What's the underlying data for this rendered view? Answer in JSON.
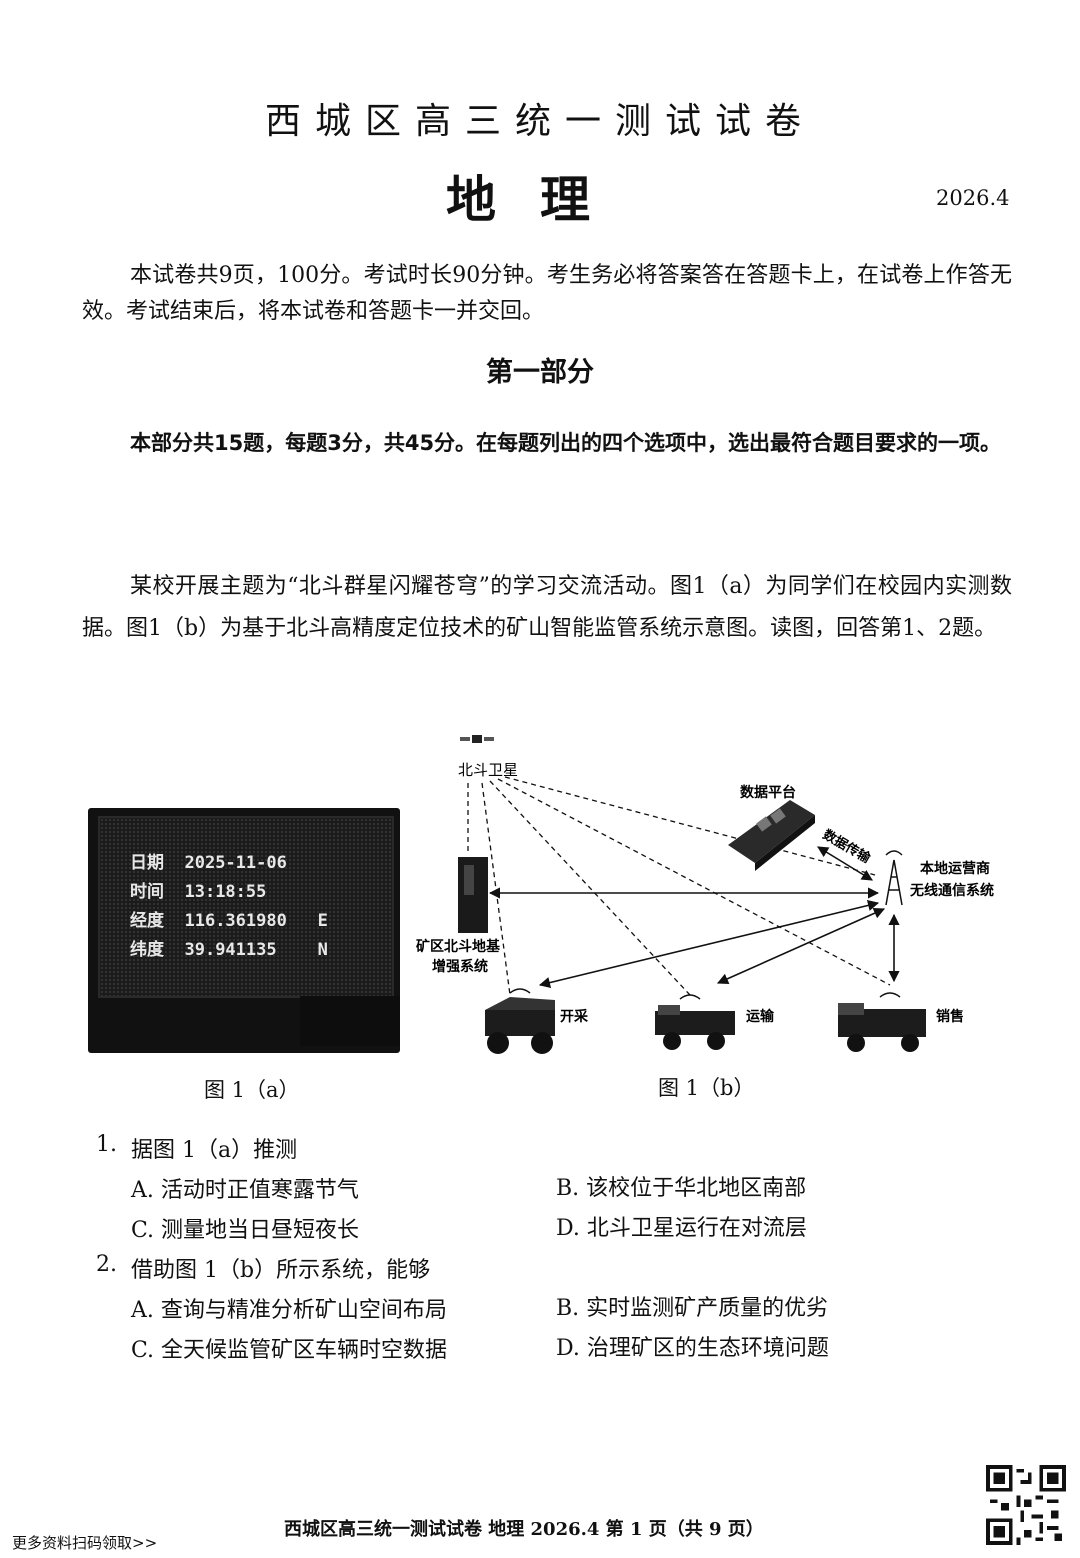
{
  "header": {
    "title": "西城区高三统一测试试卷",
    "subject": "地理",
    "date": "2026.4"
  },
  "intro": "本试卷共9页，100分。考试时长90分钟。考生务必将答案答在答题卡上，在试卷上作答无效。考试结束后，将本试卷和答题卡一并交回。",
  "part": {
    "title": "第一部分",
    "instruction": "本部分共15题，每题3分，共45分。在每题列出的四个选项中，选出最符合题目要求的一项。"
  },
  "material": "某校开展主题为“北斗群星闪耀苍穹”的学习交流活动。图1（a）为同学们在校园内实测数据。图1（b）为基于北斗高精度定位技术的矿山智能监管系统示意图。读图，回答第1、2题。",
  "figure_a": {
    "rows": [
      {
        "label": "日期",
        "value": "2025-11-06",
        "suffix": ""
      },
      {
        "label": "时间",
        "value": "13:18:55",
        "suffix": ""
      },
      {
        "label": "经度",
        "value": "116.361980",
        "suffix": "E"
      },
      {
        "label": "纬度",
        "value": "39.941135",
        "suffix": "N"
      }
    ],
    "caption": "图 1（a）"
  },
  "figure_b": {
    "satellite": "北斗卫星",
    "platform": "数据平台",
    "transfer": "数据传输",
    "operator_1": "本地运营商",
    "operator_2": "无线通信系统",
    "ground_1": "矿区北斗地基",
    "ground_2": "增强系统",
    "mine": "开采",
    "transport": "运输",
    "sale": "销售",
    "caption": "图 1（b）"
  },
  "questions": [
    {
      "number": "1.",
      "stem": "据图 1（a）推测",
      "options": [
        {
          "key": "A.",
          "text": "活动时正值寒露节气"
        },
        {
          "key": "B.",
          "text": "该校位于华北地区南部"
        },
        {
          "key": "C.",
          "text": "测量地当日昼短夜长"
        },
        {
          "key": "D.",
          "text": "北斗卫星运行在对流层"
        }
      ]
    },
    {
      "number": "2.",
      "stem": "借助图 1（b）所示系统，能够",
      "options": [
        {
          "key": "A.",
          "text": "查询与精准分析矿山空间布局"
        },
        {
          "key": "B.",
          "text": "实时监测矿产质量的优劣"
        },
        {
          "key": "C.",
          "text": "全天候监管矿区车辆时空数据"
        },
        {
          "key": "D.",
          "text": "治理矿区的生态环境问题"
        }
      ]
    }
  ],
  "footer": {
    "text": "西城区高三统一测试试卷 地理 2026.4 第 1 页（共 9 页）",
    "promo": "更多资料扫码领取>>"
  },
  "icons": [
    "satellite-icon",
    "data-platform-icon",
    "ground-station-icon",
    "signal-tower-icon",
    "mining-truck-icon",
    "transport-truck-icon",
    "sales-truck-icon",
    "qr-code-icon"
  ]
}
